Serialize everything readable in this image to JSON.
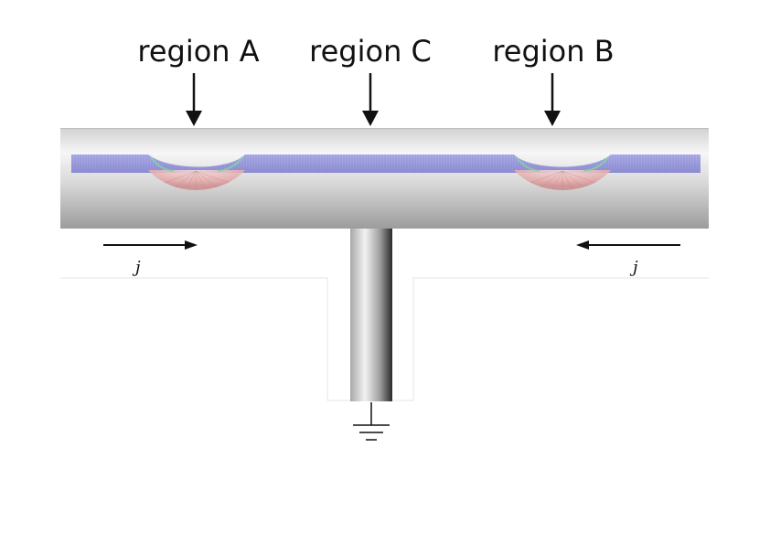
{
  "regions": [
    {
      "id": "A",
      "label": "region A"
    },
    {
      "id": "C",
      "label": "region C"
    },
    {
      "id": "B",
      "label": "region B"
    }
  ],
  "current": {
    "left": {
      "label": "j",
      "direction": "right"
    },
    "right": {
      "label": "j",
      "direction": "left"
    }
  },
  "colors": {
    "conductor_light": "#f4f4f4",
    "conductor_dark": "#9a9a9a",
    "field_blue": "#8f8fd8",
    "field_red": "#d88a8a",
    "field_green": "#7fd6a0",
    "arrow": "#111111"
  },
  "ground_symbol": "ground-icon"
}
